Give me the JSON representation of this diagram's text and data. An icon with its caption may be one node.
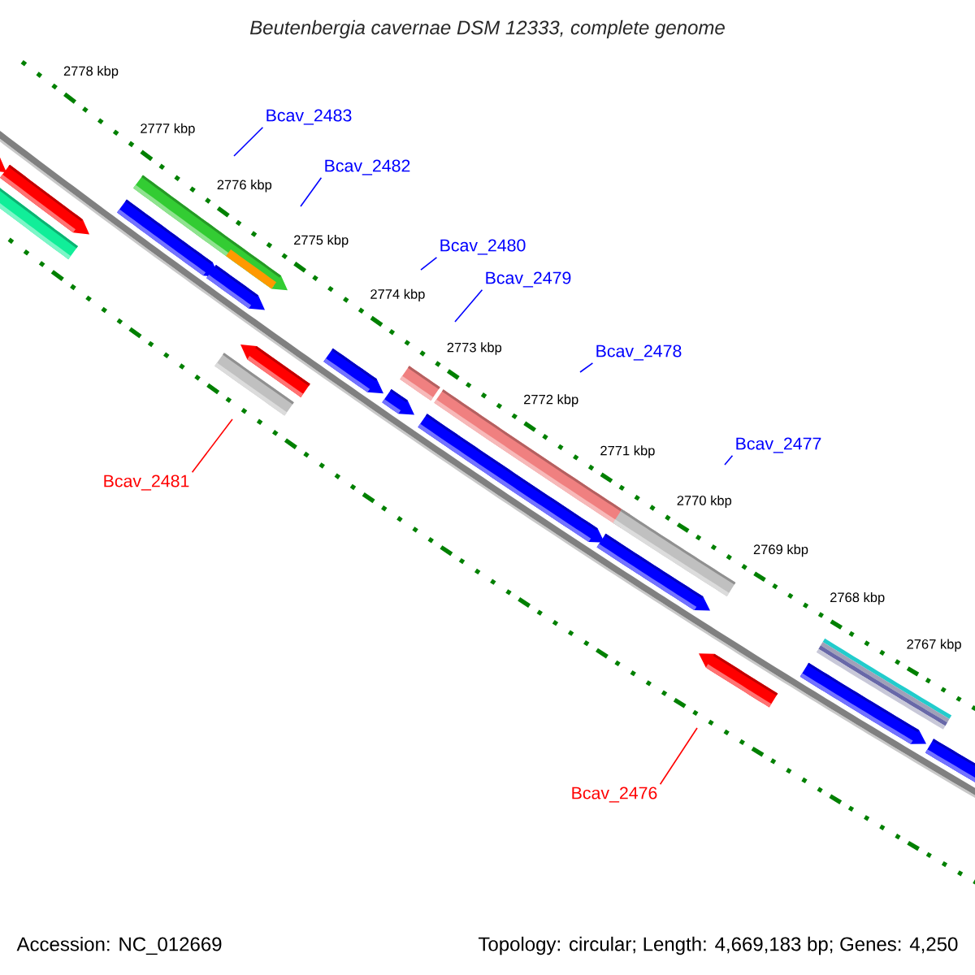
{
  "diagram": {
    "title": "Beutenbergia cavernae DSM 12333, complete genome",
    "nodes": [
      {
        "text": [
          "Bcav_2483"
        ]
      },
      {
        "text": [
          "Bcav_2482"
        ]
      },
      {
        "text": [
          "Bcav_2480"
        ]
      },
      {
        "text": [
          "Bcav_2479"
        ]
      },
      {
        "text": [
          "Bcav_2478"
        ]
      },
      {
        "text": [
          "Bcav_2477"
        ]
      },
      {
        "text": [
          "Bcav_2481"
        ]
      },
      {
        "text": [
          "Bcav_2476"
        ]
      }
    ],
    "edges": [
      {
        "from": 0,
        "to": null,
        "arrow": "none"
      },
      {
        "from": 1,
        "to": null,
        "arrow": "none"
      },
      {
        "from": 2,
        "to": null,
        "arrow": "none"
      },
      {
        "from": 3,
        "to": null,
        "arrow": "none"
      },
      {
        "from": 4,
        "to": null,
        "arrow": "none"
      },
      {
        "from": 5,
        "to": null,
        "arrow": "none"
      },
      {
        "from": 6,
        "to": null,
        "arrow": "none",
        "color": "#ff0000"
      },
      {
        "from": 7,
        "to": null,
        "arrow": "none",
        "color": "#ff0000"
      }
    ],
    "labels": [
      "2778 kbp",
      "2777 kbp",
      "2776 kbp",
      "2775 kbp",
      "2774 kbp",
      "2773 kbp",
      "2772 kbp",
      "2771 kbp",
      "2770 kbp",
      "2769 kbp",
      "2768 kbp",
      "2767 kbp",
      "Accession: NC_012669",
      "Topology: circular; Length: 4,669,183 bp; Genes: 4,250"
    ]
  }
}
